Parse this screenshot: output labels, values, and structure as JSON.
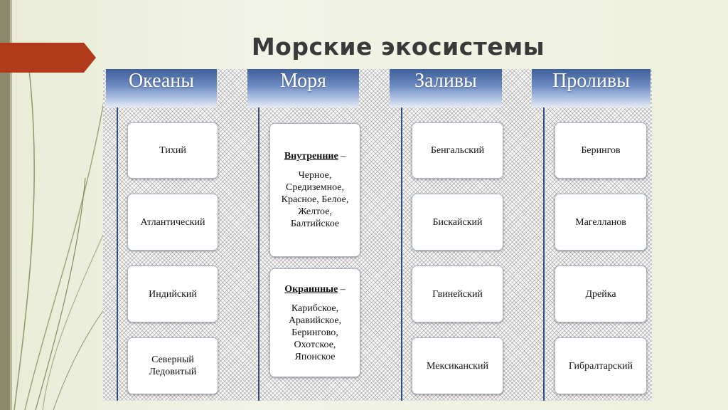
{
  "title": "Морские экосистемы",
  "columns": [
    {
      "header": "Океаны",
      "items": [
        "Тихий",
        "Атлантический",
        "Индийский",
        "Северный\nЛедовитый"
      ]
    },
    {
      "header": "Моря",
      "groups": [
        {
          "label": "Внутренние",
          "dash": " –",
          "items": "Черное,\nСредиземное,\nКрасное, Белое,\nЖелтое,\nБалтийское"
        },
        {
          "label": "Окраинные",
          "dash": " –",
          "items": "Карибское,\nАравийское,\nБерингово,\nОхотское,\nЯпонское"
        }
      ]
    },
    {
      "header": "Заливы",
      "items": [
        "Бенгальский",
        "Бискайский",
        "Гвинейский",
        "Мексиканский"
      ]
    },
    {
      "header": "Проливы",
      "items": [
        "Берингов",
        "Магелланов",
        "Дрейка",
        "Гибралтарский"
      ]
    }
  ]
}
